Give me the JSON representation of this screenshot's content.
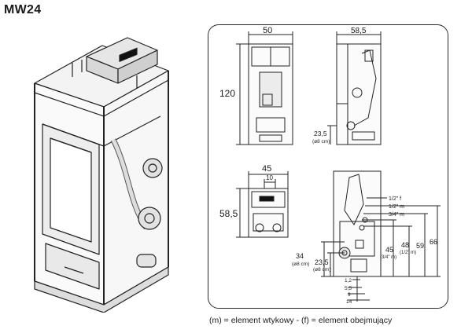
{
  "model": "MW24",
  "caption": "(m) = element wtykowy - (f) = element obejmujący",
  "dimensions": {
    "front_width": "50",
    "side_depth": "58,5",
    "height": "120",
    "side_outlet": "23,5",
    "side_outlet_diam": "(ø8 cm)",
    "top_width": "45",
    "top_offset": "10",
    "top_depth": "58,5",
    "rear_34": "34",
    "rear_34_diam": "(ø8 cm)",
    "rear_23": "23,5",
    "rear_23_diam": "(ø8 cm)",
    "rear_45": "45",
    "rear_45_note": "(3/4\" m)",
    "rear_48": "48",
    "rear_48_note": "(1/2\" m)",
    "rear_59": "59",
    "rear_66": "66",
    "pipe_half_f": "1/2\" f",
    "pipe_half_m": "1/2\" m",
    "pipe_three_quarter_m": "3/4\" m",
    "bottom_1_2": "1,2",
    "bottom_5_5": "5,5",
    "bottom_9": "9",
    "bottom_14": "14"
  }
}
